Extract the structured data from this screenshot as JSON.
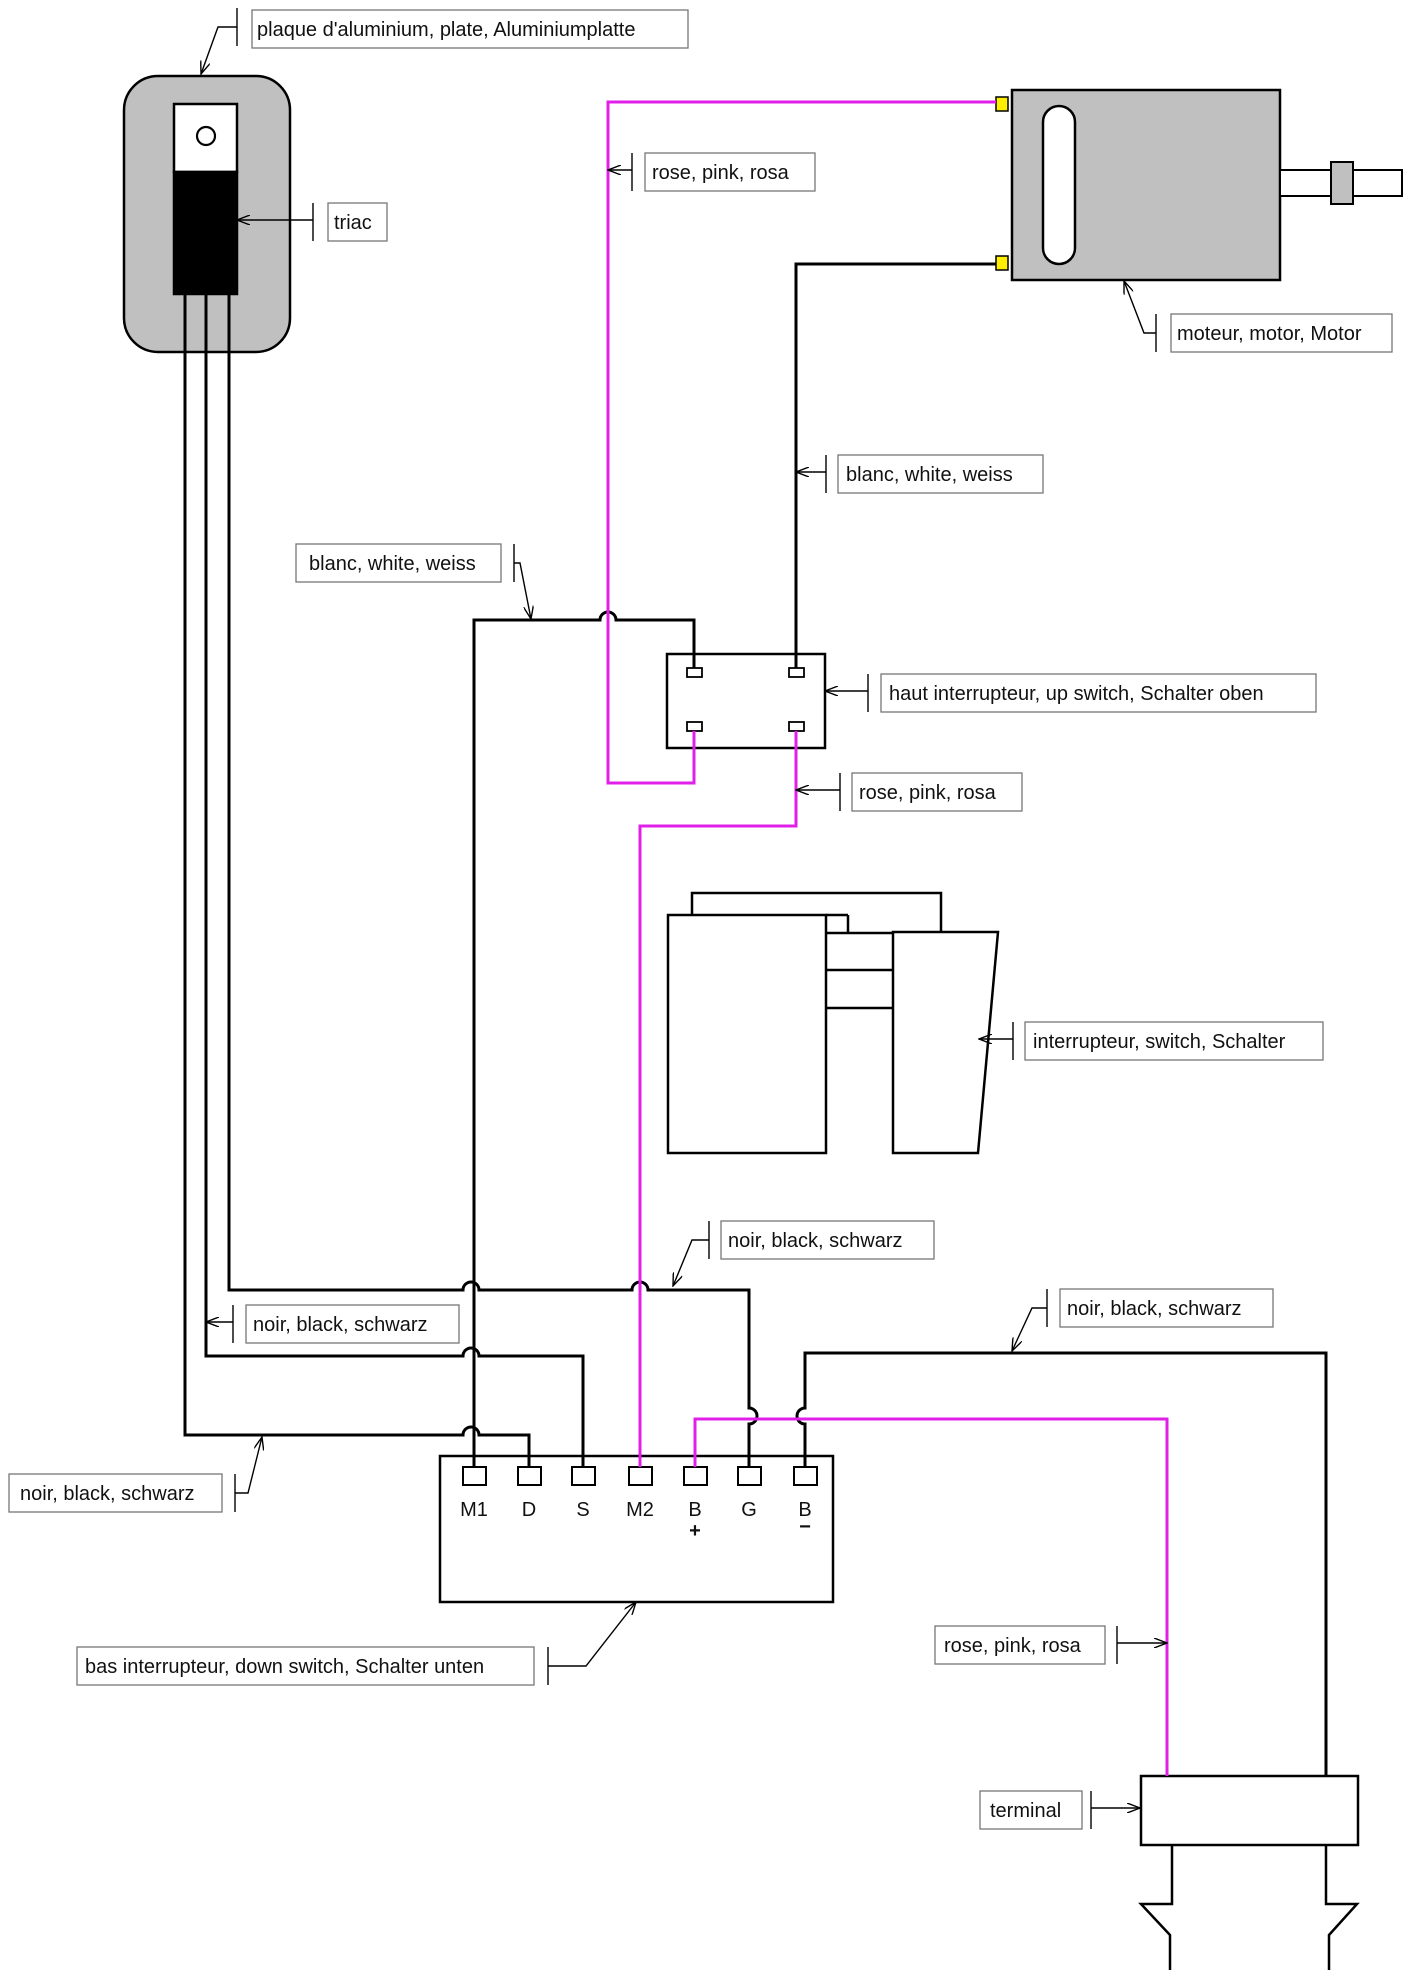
{
  "labels": {
    "plate": "plaque d'aluminium, plate, Aluminiumplatte",
    "triac": "triac",
    "pink_top": "rose, pink, rosa",
    "motor": "moteur, motor, Motor",
    "white_right": "blanc, white, weiss",
    "white_left": "blanc, white, weiss",
    "up_switch": "haut interrupteur, up switch, Schalter oben",
    "pink_mid": "rose, pink, rosa",
    "switch": "interrupteur, switch, Schalter",
    "black_mid": "noir, black, schwarz",
    "black_left": "noir, black, schwarz",
    "black_right": "noir, black, schwarz",
    "black_bottom_left": "noir, black, schwarz",
    "down_switch": "bas interrupteur, down switch, Schalter unten",
    "pink_bottom": "rose, pink, rosa",
    "terminal": "terminal"
  },
  "pins": {
    "m1": "M1",
    "d": "D",
    "s": "S",
    "m2": "M2",
    "b_plus": "B",
    "plus_sign": "+",
    "g": "G",
    "b_minus": "B",
    "minus_sign": "−"
  },
  "colors": {
    "pink_wire": "#e020e8",
    "black_wire": "#000000",
    "component_gray": "#c0c0c0",
    "connector_yellow": "#ffee00"
  }
}
